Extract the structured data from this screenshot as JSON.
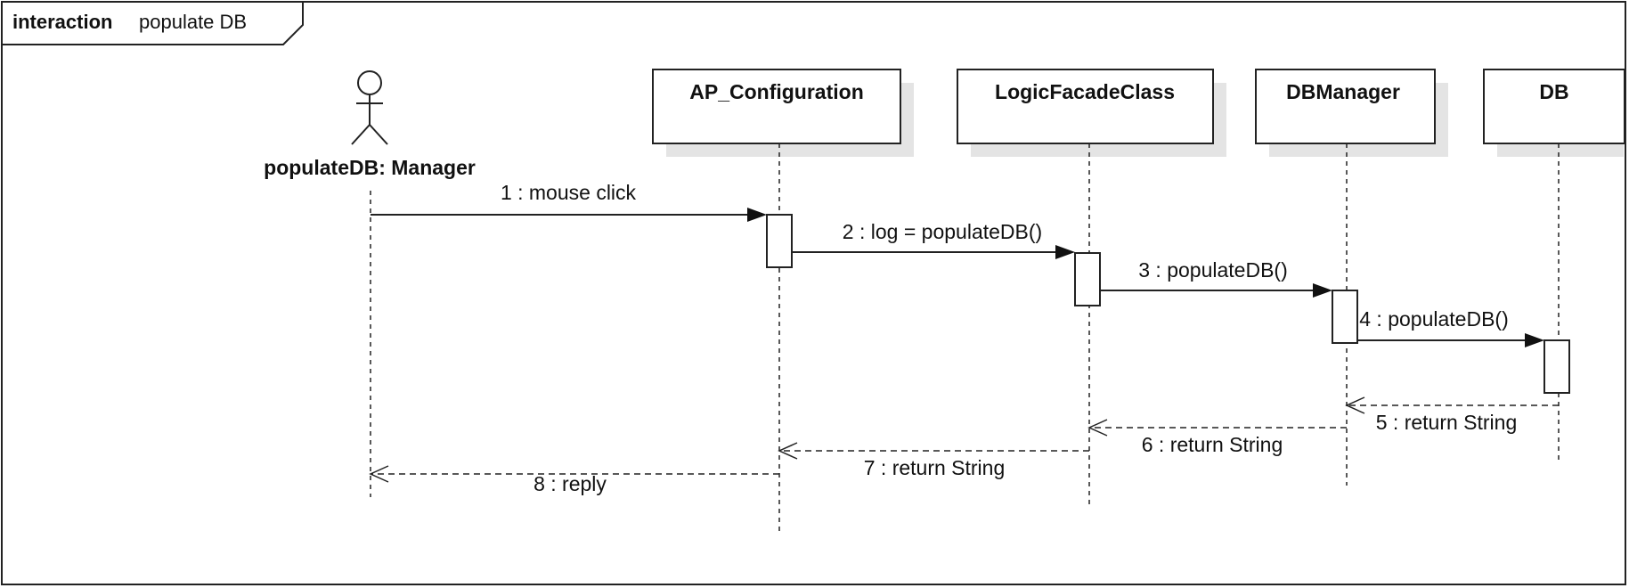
{
  "frame": {
    "keyword": "interaction",
    "name": "populate DB"
  },
  "actor": {
    "label": "populateDB: Manager"
  },
  "lifelines": [
    {
      "id": "ap",
      "label": "AP_Configuration"
    },
    {
      "id": "lf",
      "label": "LogicFacadeClass"
    },
    {
      "id": "dbm",
      "label": "DBManager"
    },
    {
      "id": "db",
      "label": "DB"
    }
  ],
  "messages": [
    {
      "n": 1,
      "label": "1 : mouse click",
      "kind": "sync"
    },
    {
      "n": 2,
      "label": "2 : log = populateDB()",
      "kind": "sync"
    },
    {
      "n": 3,
      "label": "3 : populateDB()",
      "kind": "sync"
    },
    {
      "n": 4,
      "label": "4 : populateDB()",
      "kind": "sync"
    },
    {
      "n": 5,
      "label": "5 : return String",
      "kind": "return"
    },
    {
      "n": 6,
      "label": "6 : return String",
      "kind": "return"
    },
    {
      "n": 7,
      "label": "7 : return String",
      "kind": "return"
    },
    {
      "n": 8,
      "label": "8 : reply",
      "kind": "return"
    }
  ]
}
